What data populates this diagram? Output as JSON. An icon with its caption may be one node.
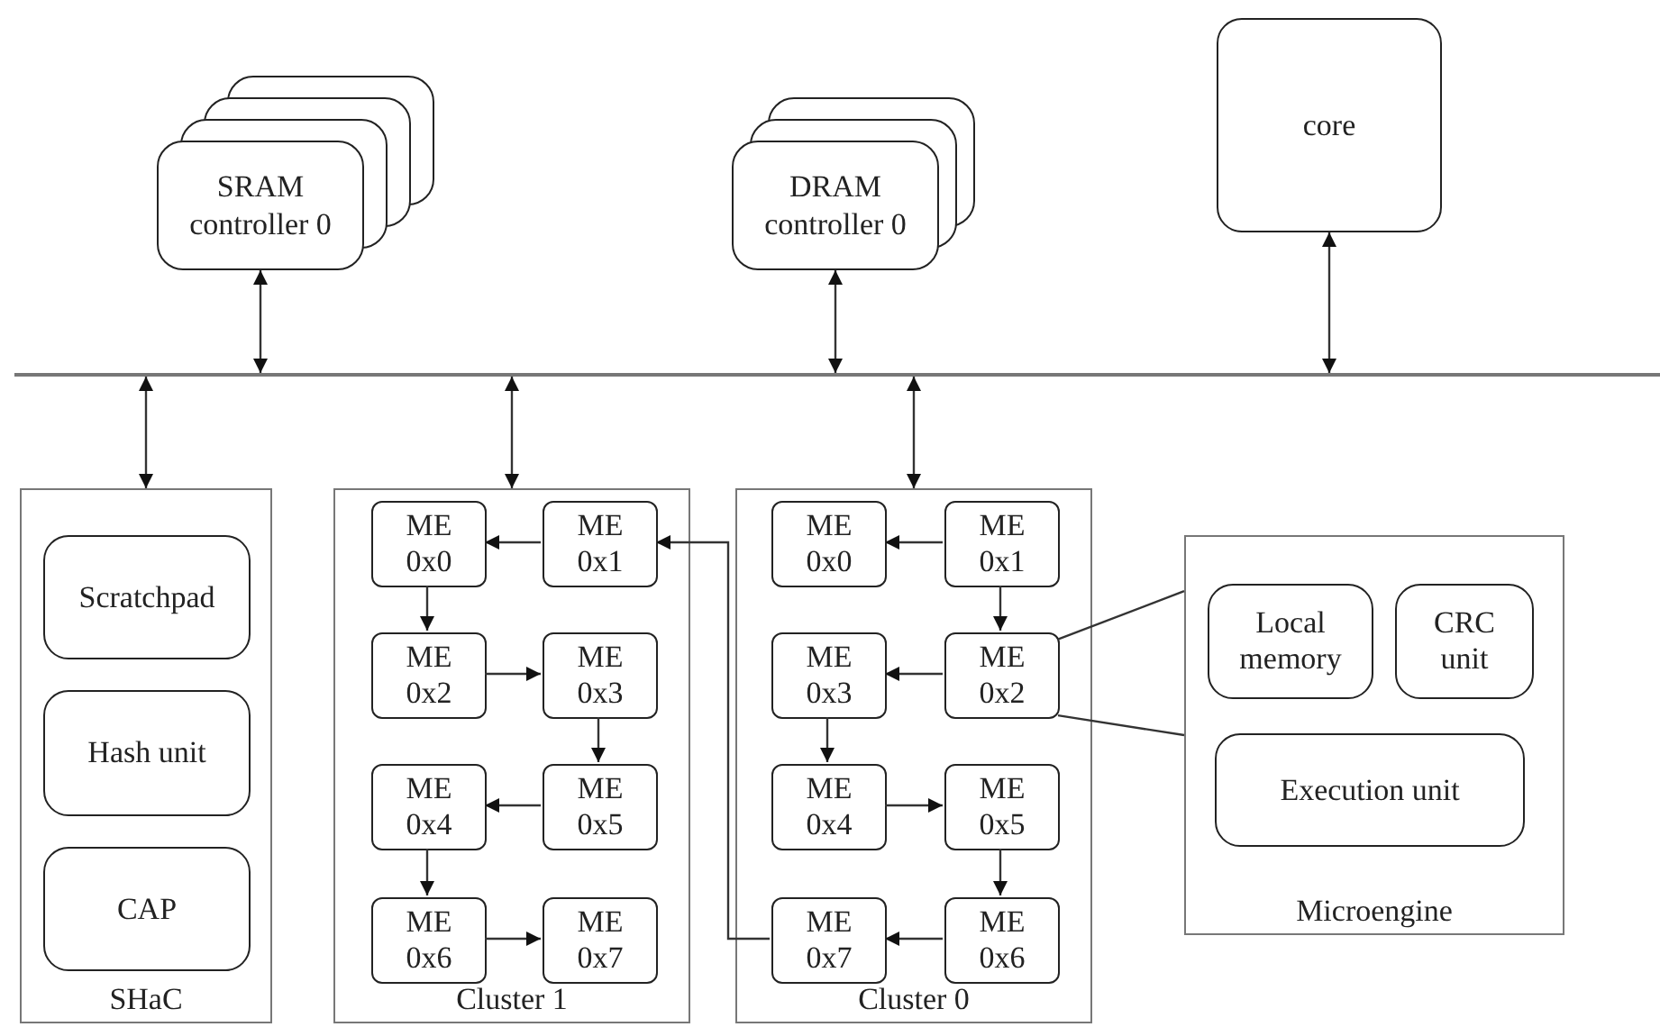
{
  "diagram": {
    "nodes": [
      {
        "text": [
          "SRAM controller 0"
        ]
      },
      {
        "text": [
          "DRAM controller 0"
        ]
      },
      {
        "text": [
          "core"
        ]
      },
      {
        "text": [],
        "shape": "bar"
      },
      {
        "text": [
          "SHaC"
        ]
      },
      {
        "text": [
          "Scratchpad"
        ],
        "in": 4
      },
      {
        "text": [
          "Hash unit"
        ],
        "in": 4
      },
      {
        "text": [
          "CAP"
        ],
        "in": 4
      },
      {
        "text": [
          "Cluster 1"
        ]
      },
      {
        "text": [
          "ME 0x0"
        ],
        "in": 8
      },
      {
        "text": [
          "ME 0x1"
        ],
        "in": 8
      },
      {
        "text": [
          "ME 0x2"
        ],
        "in": 8
      },
      {
        "text": [
          "ME 0x3"
        ],
        "in": 8
      },
      {
        "text": [
          "ME 0x4"
        ],
        "in": 8
      },
      {
        "text": [
          "ME 0x5"
        ],
        "in": 8
      },
      {
        "text": [
          "ME 0x6"
        ],
        "in": 8
      },
      {
        "text": [
          "ME 0x7"
        ],
        "in": 8
      },
      {
        "text": [
          "Cluster 0"
        ]
      },
      {
        "text": [
          "ME 0x0"
        ],
        "in": 17
      },
      {
        "text": [
          "ME 0x1"
        ],
        "in": 17
      },
      {
        "text": [
          "ME 0x3"
        ],
        "in": 17
      },
      {
        "text": [
          "ME 0x2"
        ],
        "in": 17
      },
      {
        "text": [
          "ME 0x4"
        ],
        "in": 17
      },
      {
        "text": [
          "ME 0x5"
        ],
        "in": 17
      },
      {
        "text": [
          "ME 0x7"
        ],
        "in": 17
      },
      {
        "text": [
          "ME 0x6"
        ],
        "in": 17
      },
      {
        "text": [
          "Microengine"
        ]
      },
      {
        "text": [
          "Local memory"
        ],
        "in": 26
      },
      {
        "text": [
          "CRC unit"
        ],
        "in": 26
      },
      {
        "text": [
          "Execution unit"
        ],
        "in": 26
      }
    ],
    "edges": [
      {
        "from": 0,
        "to": 3,
        "arrow": "both"
      },
      {
        "from": 1,
        "to": 3,
        "arrow": "both"
      },
      {
        "from": 2,
        "to": 3,
        "arrow": "both"
      },
      {
        "from": 3,
        "to": 4,
        "arrow": "both"
      },
      {
        "from": 3,
        "to": 8,
        "arrow": "both"
      },
      {
        "from": 3,
        "to": 17,
        "arrow": "both"
      },
      {
        "from": 10,
        "to": 9,
        "arrow": "to"
      },
      {
        "from": 9,
        "to": 11,
        "arrow": "to"
      },
      {
        "from": 11,
        "to": 12,
        "arrow": "to"
      },
      {
        "from": 12,
        "to": 14,
        "arrow": "to"
      },
      {
        "from": 14,
        "to": 13,
        "arrow": "to"
      },
      {
        "from": 13,
        "to": 15,
        "arrow": "to"
      },
      {
        "from": 15,
        "to": 16,
        "arrow": "to"
      },
      {
        "from": 19,
        "to": 18,
        "arrow": "to"
      },
      {
        "from": 19,
        "to": 21,
        "arrow": "to"
      },
      {
        "from": 21,
        "to": 20,
        "arrow": "to"
      },
      {
        "from": 20,
        "to": 22,
        "arrow": "to"
      },
      {
        "from": 22,
        "to": 23,
        "arrow": "to"
      },
      {
        "from": 23,
        "to": 25,
        "arrow": "to"
      },
      {
        "from": 25,
        "to": 24,
        "arrow": "to"
      },
      {
        "from": 24,
        "to": 10,
        "arrow": "to"
      },
      {
        "from": 21,
        "to": 26,
        "arrow": "none"
      },
      {
        "from": 21,
        "to": 26,
        "arrow": "none"
      }
    ]
  }
}
